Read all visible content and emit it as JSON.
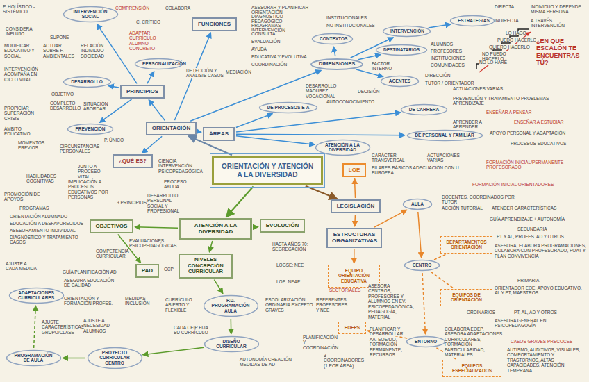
{
  "diagram": {
    "nodes": [
      {
        "text": [
          "ORIENTACIÓN Y ATENCIÓN A LA DIVERSIDAD"
        ]
      },
      {
        "text": [
          "ORIENTACIÓN"
        ]
      },
      {
        "text": [
          "PRINCIPIOS"
        ]
      },
      {
        "text": [
          "FUNCIONES"
        ]
      },
      {
        "text": [
          "ÁREAS"
        ]
      },
      {
        "text": [
          "DIMENSIONES"
        ]
      },
      {
        "text": [
          "¿QUÉ ES?"
        ]
      },
      {
        "text": [
          "INTERVENCIÓN SOCIAL"
        ]
      },
      {
        "text": [
          "PERSONALIZACIÓN"
        ]
      },
      {
        "text": [
          "DESARROLLO"
        ]
      },
      {
        "text": [
          "PREVENCIÓN"
        ]
      },
      {
        "text": [
          "DE PROCESOS E-A"
        ]
      },
      {
        "text": [
          "DE CARRERA"
        ]
      },
      {
        "text": [
          "DE PERSONAL Y FAMILIAR"
        ]
      },
      {
        "text": [
          "ATENCIÓN A LA DIVERSIDAD"
        ]
      },
      {
        "text": [
          "CONTEXTOS"
        ]
      },
      {
        "text": [
          "INTERVENCIÓN"
        ]
      },
      {
        "text": [
          "DESTINATARIOS"
        ]
      },
      {
        "text": [
          "AGENTES"
        ]
      },
      {
        "text": [
          "ESTRATEGIAS"
        ]
      },
      {
        "text": [
          "ATENCIÓN A LA DIVERSIDAD"
        ]
      },
      {
        "text": [
          "OBJETIVOS"
        ]
      },
      {
        "text": [
          "PAD"
        ]
      },
      {
        "text": [
          "NIVELES CONCRECIÓN CURRICULAR"
        ]
      },
      {
        "text": [
          "EVOLUCIÓN"
        ]
      },
      {
        "text": [
          "P.D. PROGRAMACIÓN AULA"
        ]
      },
      {
        "text": [
          "DISEÑO CURRICULAR"
        ]
      },
      {
        "text": [
          "PROYECTO CURRICULAR CENTRO"
        ]
      },
      {
        "text": [
          "PROGRAMACIÓN DE AULA"
        ]
      },
      {
        "text": [
          "ADAPTACIONES CURRICULARES"
        ]
      },
      {
        "text": [
          "LOE"
        ]
      },
      {
        "text": [
          "LEGISLACIÓN"
        ]
      },
      {
        "text": [
          "ESTRUCTURAS ORGANIZATIVAS"
        ]
      },
      {
        "text": [
          "EQUIPO ORIENTACIÓN EDUCATIVA"
        ]
      },
      {
        "text": [
          "EOEPS"
        ]
      },
      {
        "text": [
          "AULA"
        ]
      },
      {
        "text": [
          "CENTRO"
        ]
      },
      {
        "text": [
          "ENTORNO"
        ]
      },
      {
        "text": [
          "DEPARTAMENTOS ORIENTACIÓN"
        ]
      },
      {
        "text": [
          "EQUIPOS DE ORIENTACIÓN"
        ]
      },
      {
        "text": [
          "EQUIPOS ESPECIALIZADOS"
        ]
      }
    ],
    "edges": [
      {
        "from": 0,
        "to": 1,
        "arrow": "to"
      },
      {
        "from": 0,
        "to": 20,
        "arrow": "to"
      },
      {
        "from": 0,
        "to": 31,
        "arrow": "to"
      },
      {
        "from": 1,
        "to": 2,
        "arrow": "to"
      },
      {
        "from": 1,
        "to": 3,
        "arrow": "to"
      },
      {
        "from": 1,
        "to": 4,
        "arrow": "to"
      },
      {
        "from": 1,
        "to": 5,
        "arrow": "to"
      },
      {
        "from": 1,
        "to": 6,
        "arrow": "to"
      },
      {
        "from": 2,
        "to": 7,
        "arrow": "to"
      },
      {
        "from": 2,
        "to": 8,
        "arrow": "to"
      },
      {
        "from": 2,
        "to": 9,
        "arrow": "to"
      },
      {
        "from": 2,
        "to": 10,
        "arrow": "to"
      },
      {
        "from": 4,
        "to": 11,
        "arrow": "to"
      },
      {
        "from": 4,
        "to": 12,
        "arrow": "to"
      },
      {
        "from": 4,
        "to": 13,
        "arrow": "to"
      },
      {
        "from": 4,
        "to": 14,
        "arrow": "to"
      },
      {
        "from": 5,
        "to": 15,
        "arrow": "to"
      },
      {
        "from": 5,
        "to": 16,
        "arrow": "to"
      },
      {
        "from": 5,
        "to": 17,
        "arrow": "to"
      },
      {
        "from": 5,
        "to": 18,
        "arrow": "to"
      },
      {
        "from": 16,
        "to": 19,
        "arrow": "to"
      },
      {
        "from": 31,
        "to": 30,
        "arrow": "to"
      },
      {
        "from": 31,
        "to": 32,
        "arrow": "to"
      },
      {
        "from": 32,
        "to": 33,
        "arrow": "to"
      },
      {
        "from": 32,
        "to": 35,
        "arrow": "to"
      },
      {
        "from": 35,
        "to": 36,
        "arrow": "to"
      },
      {
        "from": 36,
        "to": 37,
        "arrow": "to"
      },
      {
        "from": 36,
        "to": 38,
        "arrow": "none"
      },
      {
        "from": 36,
        "to": 39,
        "arrow": "none"
      },
      {
        "from": 37,
        "to": 40,
        "arrow": "none"
      },
      {
        "from": 37,
        "to": 34,
        "arrow": "to"
      },
      {
        "from": 20,
        "to": 21,
        "arrow": "to"
      },
      {
        "from": 20,
        "to": 24,
        "arrow": "to"
      },
      {
        "from": 20,
        "to": 23,
        "arrow": "to"
      },
      {
        "from": 21,
        "to": 22,
        "arrow": "to"
      },
      {
        "from": 23,
        "to": 25,
        "arrow": "to"
      },
      {
        "from": 25,
        "to": 26,
        "arrow": "to"
      },
      {
        "from": 26,
        "to": 27,
        "arrow": "to"
      },
      {
        "from": 27,
        "to": 28,
        "arrow": "to"
      },
      {
        "from": 28,
        "to": 29,
        "arrow": "to"
      }
    ],
    "labels": [
      "P. HOLÍSTICO - SISTÉMICO",
      "CONSIDERA INFLUJO",
      "SUPONE",
      "MODIFICAR EDUCATIVO Y SOCIAL",
      "ACTUAR SOBRE F. AMBIENTALES",
      "RELACIÓN INDIVIDUO - SOCIEDAD",
      "INTERVENCIÓN ACOMPAÑA EN CICLO VITAL",
      "OBJETIVO",
      "COMPLETO DESARROLLO",
      "SITUACIÓN ABORDAR",
      "PROPICIAR SUPERACIÓN CRISIS",
      "ÁMBITO EDUCATIVO",
      "MOMENTOS PREVIOS",
      "CIRCUNSTANCIAS PERSONALES",
      "P. ÚNICO",
      "COMPRENSIÓN",
      "C. CRÍTICO",
      "COLABORA",
      "ADAPTAR CURRÍCULO ALUMNO CONCRETO",
      "ASESORAR Y PLANIFICAR ORIENTACIÓN",
      "DIAGNÓSTICO PEDAGÓGICO",
      "PROGRAMAS INTERVENCIÓN",
      "CONSULTA",
      "EVALUACIÓN",
      "AYUDA",
      "EDUCATIVA Y EVOLUTIVA",
      "COORDINACIÓN",
      "MEDIACIÓN",
      "DETECCIÓN Y ANÁLISIS CASOS",
      "INSTITUCIONALES",
      "NO INSTITUCIONALES",
      "DIRECTA",
      "INDIRECTA",
      "INDIVIDUO Y DEPENDE MISMA PERSONA",
      "A TRAVÉS INTERVENCIÓN",
      "FACTOR INTERNO",
      "ALUMNOS",
      "PROFESORES",
      "INSTITUCIONES",
      "COMUNIDADES",
      "DIRECCIÓN",
      "TUTOR / ORIENTADOR",
      "DESARROLLO MADUREZ VOCACIONAL",
      "DECISIÓN",
      "AUTOCONOCIMIENTO",
      "ACTUACIONES VARIAS",
      "PREVENCIÓN Y TRATAMIENTO PROBLEMAS APRENDIZAJE",
      "ENSEÑAR A PENSAR",
      "APRENDER A APRENDER",
      "ENSEÑAR A ESTUDIAR",
      "APOYO PERSONAL Y ADAPTACIÓN",
      "PROCESOS EDUCATIVOS",
      "CARÁCTER TRANSVERSAL",
      "ACTUACIONES VARIAS",
      "JUNTO A PROCESO VITAL",
      "IMPLICACIÓN A PROCESOS EDUCATIVOS POR PERSONAS",
      "3 PRINCIPIOS",
      "DESARROLLO PERSONAL SOCIAL Y PROFESIONAL",
      "PROCESO AYUDA",
      "CIENCIA INTERVENCIÓN PSICOPEDAGÓGICA",
      "HABILIDADES COGNITIVAS",
      "PROMOCIÓN DE APOYOS",
      "PROGRAMAS",
      "ORIENTACIÓN ALUMNADO",
      "EDUCACIÓN A DESFAVORECIDOS",
      "ASESORAMIENTO INDIVIDUAL",
      "DIAGNÓSTICO Y TRATAMIENTO CASOS",
      "EVALUACIONES PSICOPEDAGÓGICAS",
      "COMPETENCIA CURRICULAR",
      "AJUSTE A CADA MEDIDA",
      "GUÍA PLANIFICACIÓN AD",
      "ASEGURA EDUCACIÓN DE CALIDAD",
      "ORIENTACIÓN Y FORMACIÓN PROFES.",
      "MEDIDAS INCLUSIÓN",
      "CCP",
      "AJUSTE CARACTERÍSTICAS GRUPO/CLASE",
      "AJUSTE A NECESIDAD ALUMNOS",
      "CURRÍCULO ABIERTO Y FLEXIBLE",
      "CADA CEIP FIJA SU CURRÍCULO",
      "AUTONOMÍA CREACIÓN MEDIDAS DE AD",
      "HASTA AÑOS 70: SEGREGACIÓN",
      "LOGSE: NEE",
      "LOE: NEAE",
      "ESCOLARIZACIÓN ORDINARIA EXCEPTO GRAVES",
      "PILARES BÁSICOS ADECUACIÓN CON U. EUROPEA",
      "FORMACIÓN INICIAL/PERMANENTE PROFESORADO",
      "FORMACIÓN INICIAL ORIENTADORES",
      "DOCENTES, COORDINADOS POR TUTOR",
      "ACCIÓN TUTORIAL",
      "ATENDER CARACTERÍSTICAS",
      "GUÍA APRENDIZAJE + AUTONOMÍA",
      "SECUNDARIA",
      "PT Y AL, PROFES. AD Y OTROS",
      "ASESORA, ELABORA PROGRAMACIONES, COLABORA CON PROFESORADO, POAT Y PLAN CONVIVENCIA",
      "PRIMARIA",
      "ORIENTADOR EOE, APOYO EDUCATIVO, AL Y PT, MAESTROS",
      "ORDINARIOS",
      "PT, AL, AD Y OTROS",
      "ASESORA GENERAL EN PSICOPEDAGOGÍA",
      "COLABORA EOEP, ASESORA ADAPTACIONES CURRICULARES, FORMACIÓN PARTICULARIDAD, MATERIALES",
      "CASOS GRAVES PRECOCES",
      "AUTISMO, AUDITIVOS, VISUALES, COMPORTAMIENTO Y TRASTORNOS, ALTAS CAPACIDADES, ATENCIÓN TEMPRANA",
      "SECTORIALES",
      "ASESORA CENTROS, PROFESORES Y ALUMNOS EN EV. PSICOPEDAGÓGICA, PEDAGOGÍA, MATERIAL",
      "REFERENTES PROFESORES Y NEE",
      "PLANIFICACIÓN Y COORDINACIÓN",
      "PLANIFICAR Y DESARROLLAR AA. EOE/DO, FORMACIÓN PERMANENTE, RECURSOS",
      "3 COORDINADORES (1 POR ÁREA)",
      "LO HAGO",
      "PUEDO HACERLO",
      "QUIERO HACERLO",
      "NO PUEDO HACERLO",
      "NO LO HARÉ",
      "¿EN QUÉ ESCALÓN TE ENCUENTRAS TÚ?"
    ]
  }
}
